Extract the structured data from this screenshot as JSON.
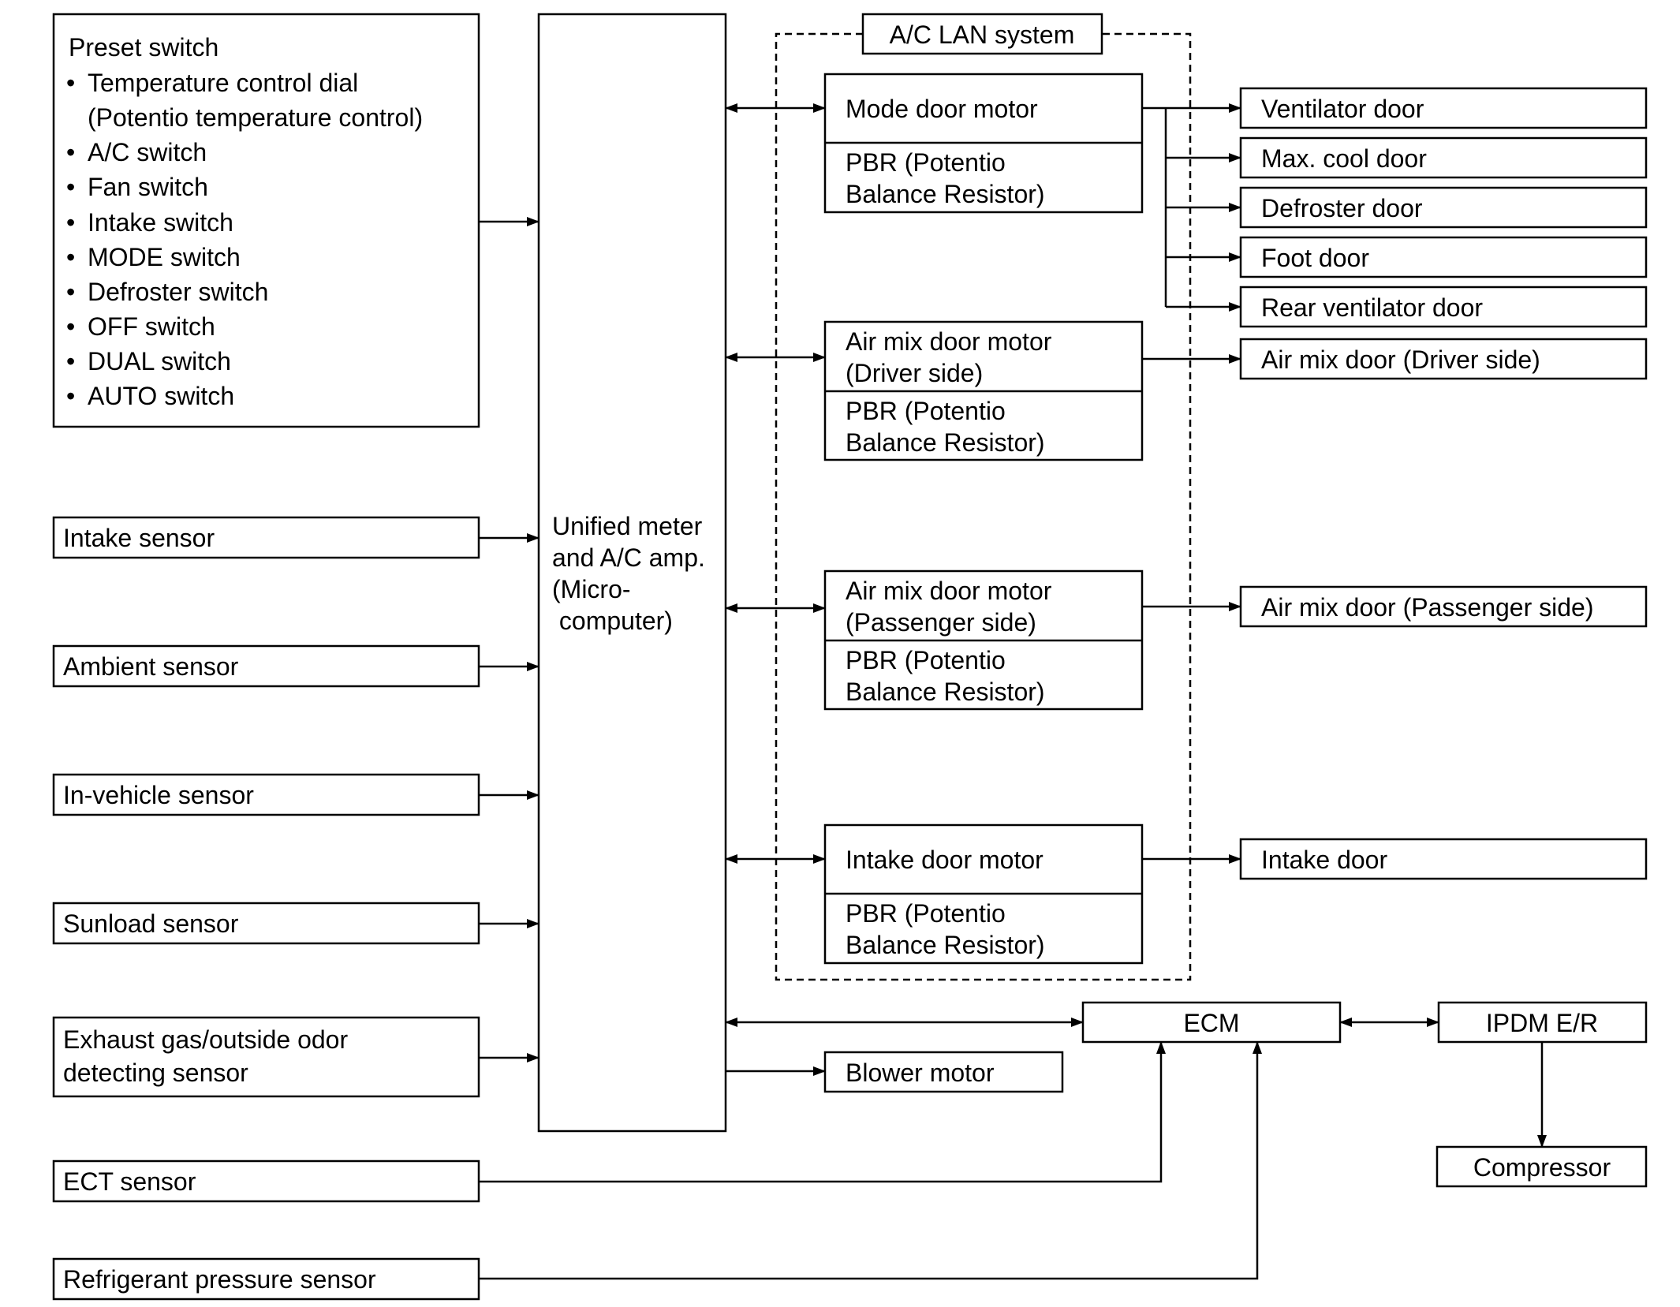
{
  "lan_label": "A/C LAN system",
  "preset": {
    "title": "Preset switch",
    "items": [
      "Temperature control dial",
      "(Potentio temperature control)",
      "A/C switch",
      "Fan switch",
      "Intake switch",
      "MODE switch",
      "Defroster switch",
      "OFF switch",
      "DUAL switch",
      "AUTO switch"
    ]
  },
  "sensors": {
    "intake": "Intake sensor",
    "ambient": "Ambient sensor",
    "in_vehicle": "In-vehicle sensor",
    "sunload": "Sunload sensor",
    "exhaust_1": "Exhaust gas/outside odor",
    "exhaust_2": "detecting sensor",
    "ect": "ECT sensor",
    "refrigerant": "Refrigerant pressure sensor"
  },
  "amp": {
    "lines": [
      "Unified meter",
      "and A/C amp.",
      "(Micro-",
      " computer)"
    ]
  },
  "motors": {
    "mode": "Mode door motor",
    "airmix_driver_1": "Air mix door motor",
    "airmix_driver_2": "(Driver side)",
    "airmix_pass_1": "Air mix door motor",
    "airmix_pass_2": "(Passenger side)",
    "intake": "Intake door motor",
    "pbr_1": "PBR (Potentio",
    "pbr_2": "Balance Resistor)"
  },
  "doors": {
    "ventilator": "Ventilator door",
    "max_cool": "Max. cool door",
    "defroster": "Defroster door",
    "foot": "Foot door",
    "rear_vent": "Rear ventilator door",
    "airmix_driver": "Air mix door (Driver side)",
    "airmix_pass": "Air mix door (Passenger side)",
    "intake": "Intake door"
  },
  "other": {
    "ecm": "ECM",
    "ipdm": "IPDM E/R",
    "blower": "Blower motor",
    "compressor": "Compressor"
  }
}
